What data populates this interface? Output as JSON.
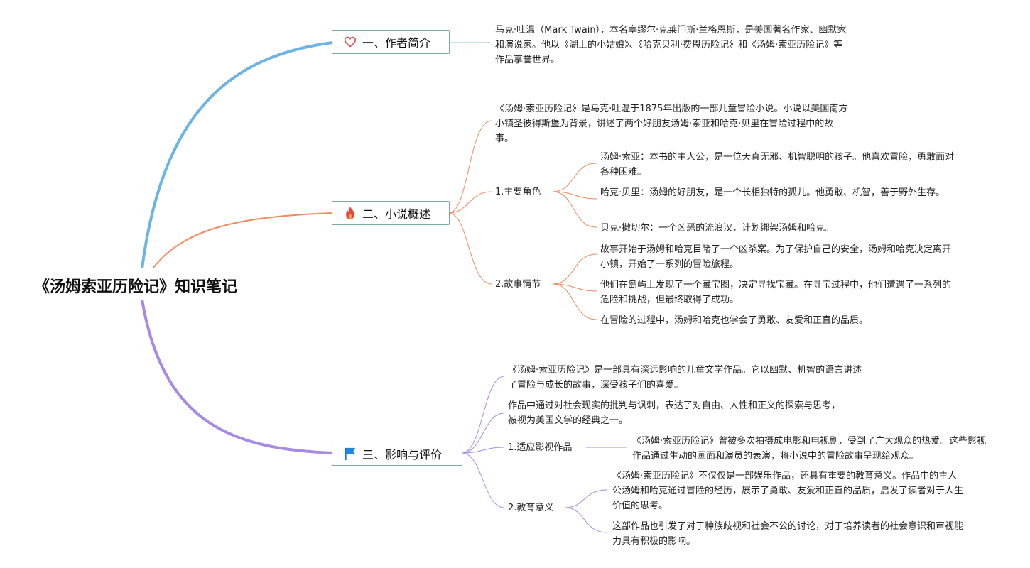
{
  "root": {
    "title": "《汤姆索亚历险记》知识笔记"
  },
  "colors": {
    "blue": "#6cb4e4",
    "orange": "#f08a5d",
    "purple": "#a889e3",
    "topic_border": "#7fa9a6"
  },
  "topics": [
    {
      "label": "一、作者简介",
      "icon": "heart-icon",
      "text": "马克·吐温（Mark Twain），本名塞缪尔·克莱门斯·兰格恩斯，是美国著名作家、幽默家和演说家。他以《湖上的小姑娘》、《哈克贝利·费恩历险记》和《汤姆·索亚历险记》等作品享誉世界。"
    },
    {
      "label": "二、小说概述",
      "icon": "fire-icon",
      "intro": "《汤姆·索亚历险记》是马克·吐温于1875年出版的一部儿童冒险小说。小说以美国南方小镇圣彼得斯堡为背景，讲述了两个好朋友汤姆·索亚和哈克·贝里在冒险过程中的故事。",
      "subs": [
        {
          "label": "1.主要角色",
          "items": [
            "汤姆·索亚：本书的主人公，是一位天真无邪、机智聪明的孩子。他喜欢冒险，勇敢面对各种困难。",
            "哈克·贝里：汤姆的好朋友，是一个长相独特的孤儿。他勇敢、机智，善于野外生存。",
            "贝克·撒切尔：一个凶恶的流浪汉，计划绑架汤姆和哈克。"
          ]
        },
        {
          "label": "2.故事情节",
          "items": [
            "故事开始于汤姆和哈克目睹了一个凶杀案。为了保护自己的安全，汤姆和哈克决定离开小镇，开始了一系列的冒险旅程。",
            "他们在岛屿上发现了一个藏宝图，决定寻找宝藏。在寻宝过程中，他们遭遇了一系列的危险和挑战，但最终取得了成功。",
            "在冒险的过程中，汤姆和哈克也学会了勇敢、友爱和正直的品质。"
          ]
        }
      ]
    },
    {
      "label": "三、影响与评价",
      "icon": "flag-icon",
      "texts": [
        "《汤姆·索亚历险记》是一部具有深远影响的儿童文学作品。它以幽默、机智的语言讲述了冒险与成长的故事，深受孩子们的喜爱。",
        "作品中通过对社会现实的批判与讽刺，表达了对自由、人性和正义的探索与思考，被视为美国文学的经典之一。"
      ],
      "subs": [
        {
          "label": "1.适应影视作品",
          "items": [
            "《汤姆·索亚历险记》曾被多次拍摄成电影和电视剧，受到了广大观众的热爱。这些影视作品通过生动的画面和演员的表演，将小说中的冒险故事呈现给观众。"
          ]
        },
        {
          "label": "2.教育意义",
          "items": [
            "《汤姆·索亚历险记》不仅仅是一部娱乐作品，还具有重要的教育意义。作品中的主人公汤姆和哈克通过冒险的经历，展示了勇敢、友爱和正直的品质，启发了读者对于人生价值的思考。",
            "这部作品也引发了对于种族歧视和社会不公的讨论，对于培养读者的社会意识和审视能力具有积极的影响。"
          ]
        }
      ]
    }
  ]
}
